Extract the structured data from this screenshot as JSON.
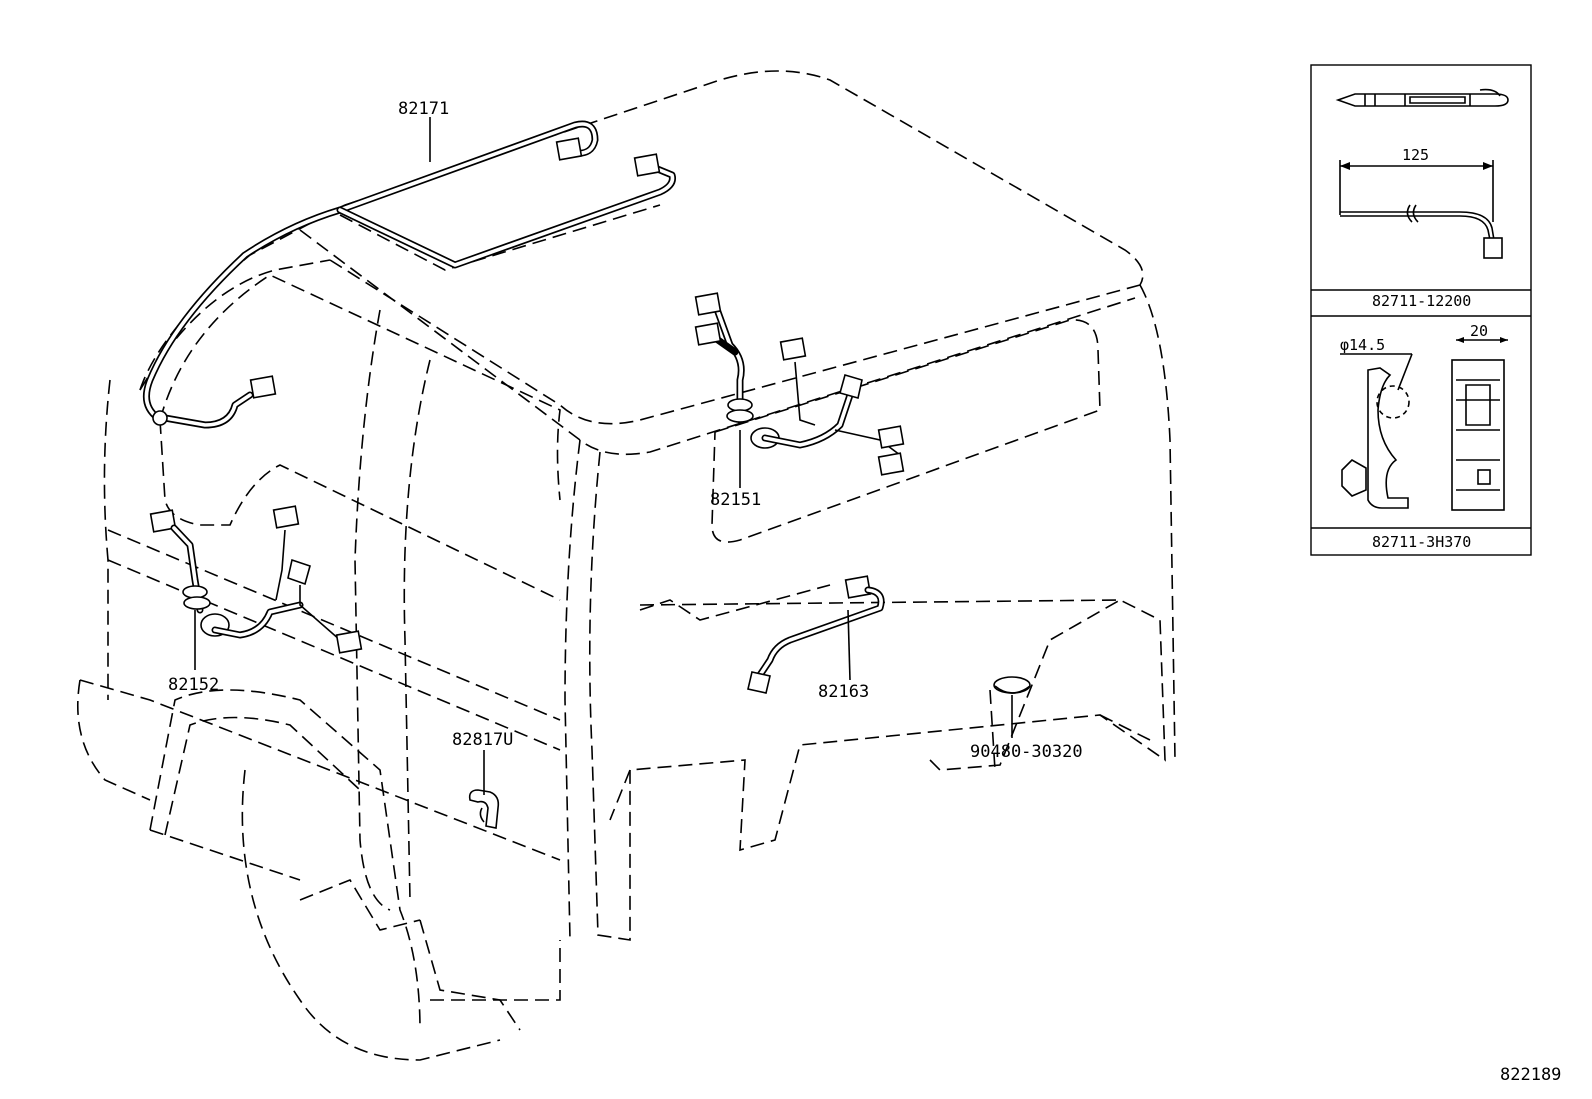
{
  "callouts": {
    "roof_harness": "82171",
    "right_harness": "82151",
    "left_harness": "82152",
    "rear_harness": "82163",
    "clamp": "82817U",
    "grommet_plug": "90480-30320",
    "diagram_id": "822189"
  },
  "detail_top": {
    "dimension": "125",
    "part_number": "82711-12200"
  },
  "detail_bottom": {
    "diameter": "φ14.5",
    "width": "20",
    "part_number": "82711-3H370"
  }
}
